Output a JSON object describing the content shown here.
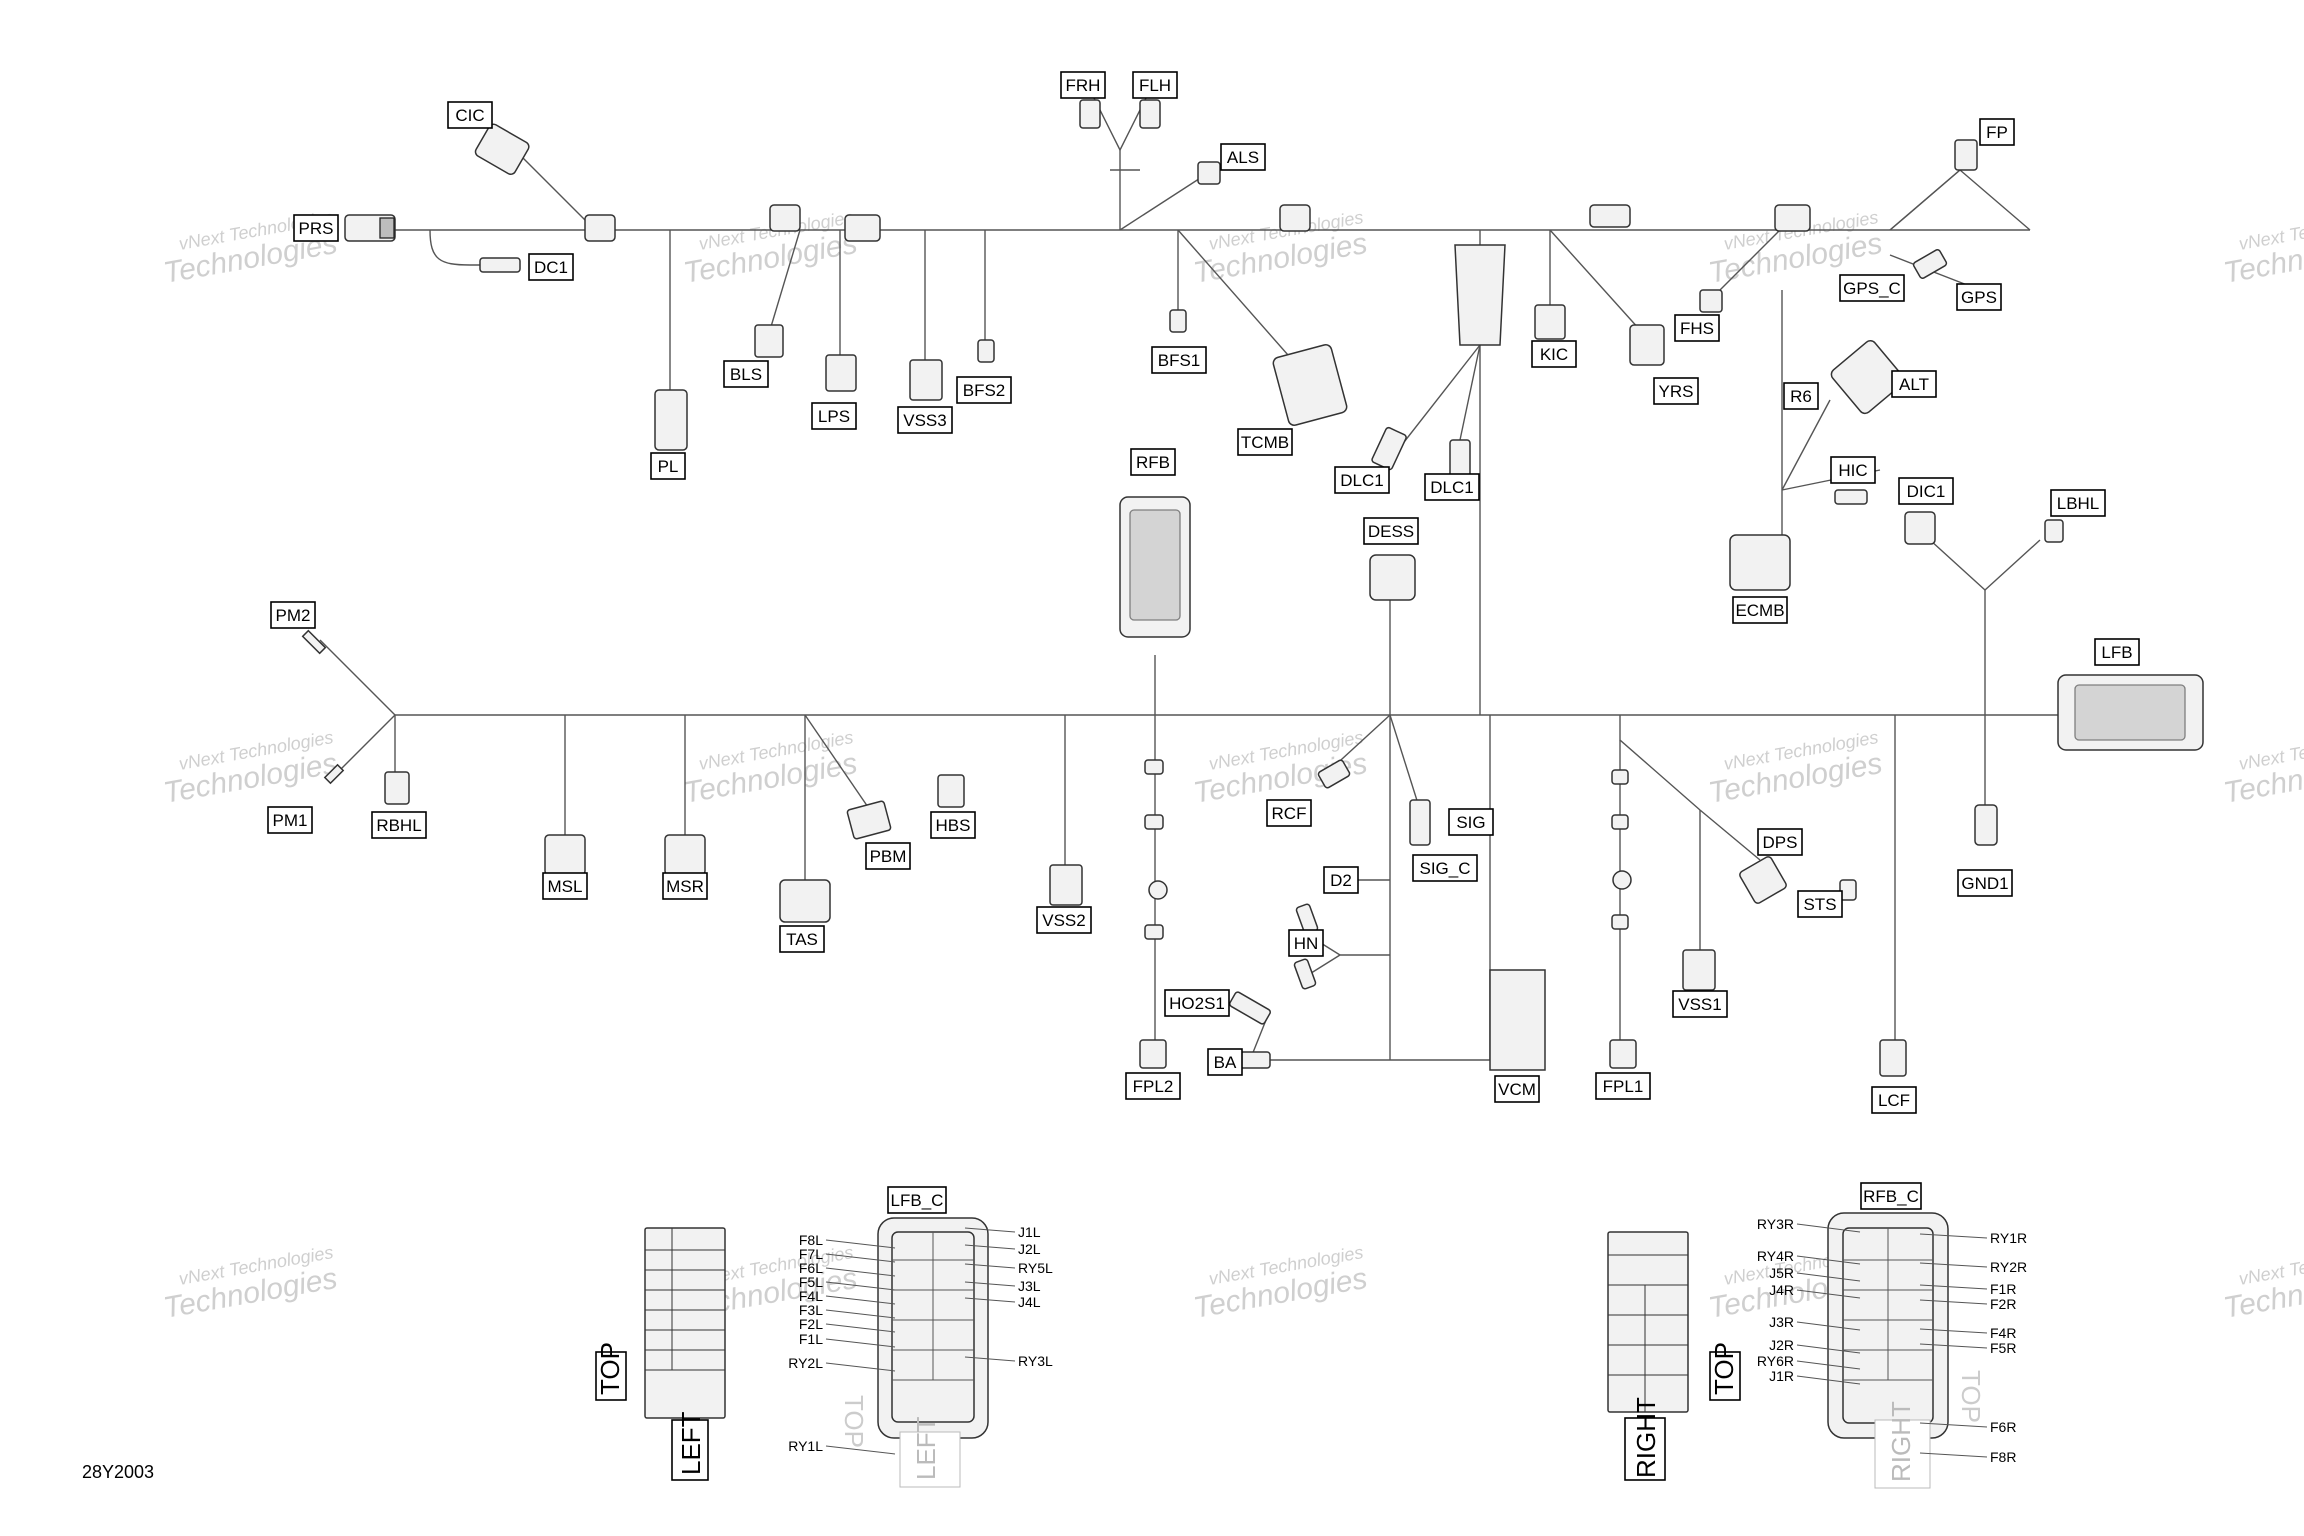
{
  "doc_code": "28Y2003",
  "watermark": {
    "line1": "vNext Technologies",
    "line2": "Technologies"
  },
  "connectors": [
    "PRS",
    "CIC",
    "DC1",
    "FRH",
    "FLH",
    "ALS",
    "FP",
    "GPS_C",
    "GPS",
    "BLS",
    "LPS",
    "VSS3",
    "BFS2",
    "PL",
    "BFS1",
    "TCMB",
    "DLC1",
    "DLC1",
    "KIC",
    "YRS",
    "FHS",
    "R6",
    "ALT",
    "HIC",
    "DIC1",
    "LBHL",
    "ECMB",
    "RFB",
    "DESS",
    "PM2",
    "PM1",
    "RBHL",
    "MSL",
    "MSR",
    "TAS",
    "PBM",
    "HBS",
    "VSS2",
    "RCF",
    "SIG",
    "SIG_C",
    "D2",
    "HN",
    "HO2S1",
    "BA",
    "FPL2",
    "VCM",
    "FPL1",
    "VSS1",
    "DPS",
    "STS",
    "LCF",
    "GND1",
    "LFB"
  ],
  "lfb_c": {
    "title": "LFB_C",
    "left_labels": [
      "F8L",
      "F7L",
      "F6L",
      "F5L",
      "F4L",
      "F3L",
      "F2L",
      "F1L",
      "RY2L",
      "RY1L"
    ],
    "right_labels": [
      "J1L",
      "J2L",
      "RY5L",
      "J3L",
      "J4L",
      "RY3L"
    ],
    "side_top": "TOP",
    "side_left": "LEFT",
    "faded_top": "TOP",
    "faded_left": "LEFT"
  },
  "rfb_c": {
    "title": "RFB_C",
    "left_labels": [
      "RY3R",
      "RY4R",
      "J5R",
      "J4R",
      "J3R",
      "J2R",
      "RY6R",
      "J1R"
    ],
    "right_labels": [
      "RY1R",
      "RY2R",
      "F1R",
      "F2R",
      "F4R",
      "F5R",
      "F6R",
      "F8R"
    ],
    "side_top": "TOP",
    "side_right": "RIGHT",
    "faded_top": "TOP",
    "faded_right": "RIGHT"
  }
}
